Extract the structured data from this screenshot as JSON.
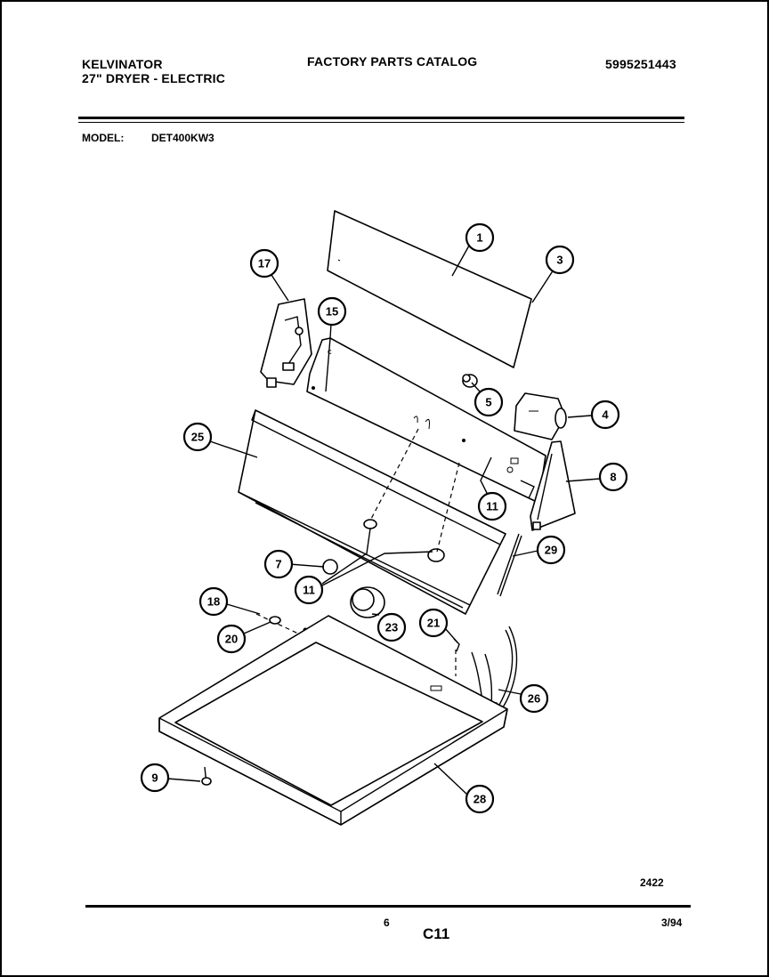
{
  "header": {
    "brand": "KELVINATOR",
    "product": "27\" DRYER - ELECTRIC",
    "catalog_title": "FACTORY PARTS CATALOG",
    "catalog_number": "5995251443",
    "model_label": "MODEL:",
    "model_number": "DET400KW3"
  },
  "footer": {
    "drawing_number": "2422",
    "page_number": "6",
    "section_code": "C11",
    "date": "3/94"
  },
  "callouts": [
    "1",
    "3",
    "17",
    "15",
    "5",
    "4",
    "25",
    "8",
    "11",
    "29",
    "7",
    "11",
    "18",
    "23",
    "21",
    "20",
    "26",
    "9",
    "28"
  ]
}
